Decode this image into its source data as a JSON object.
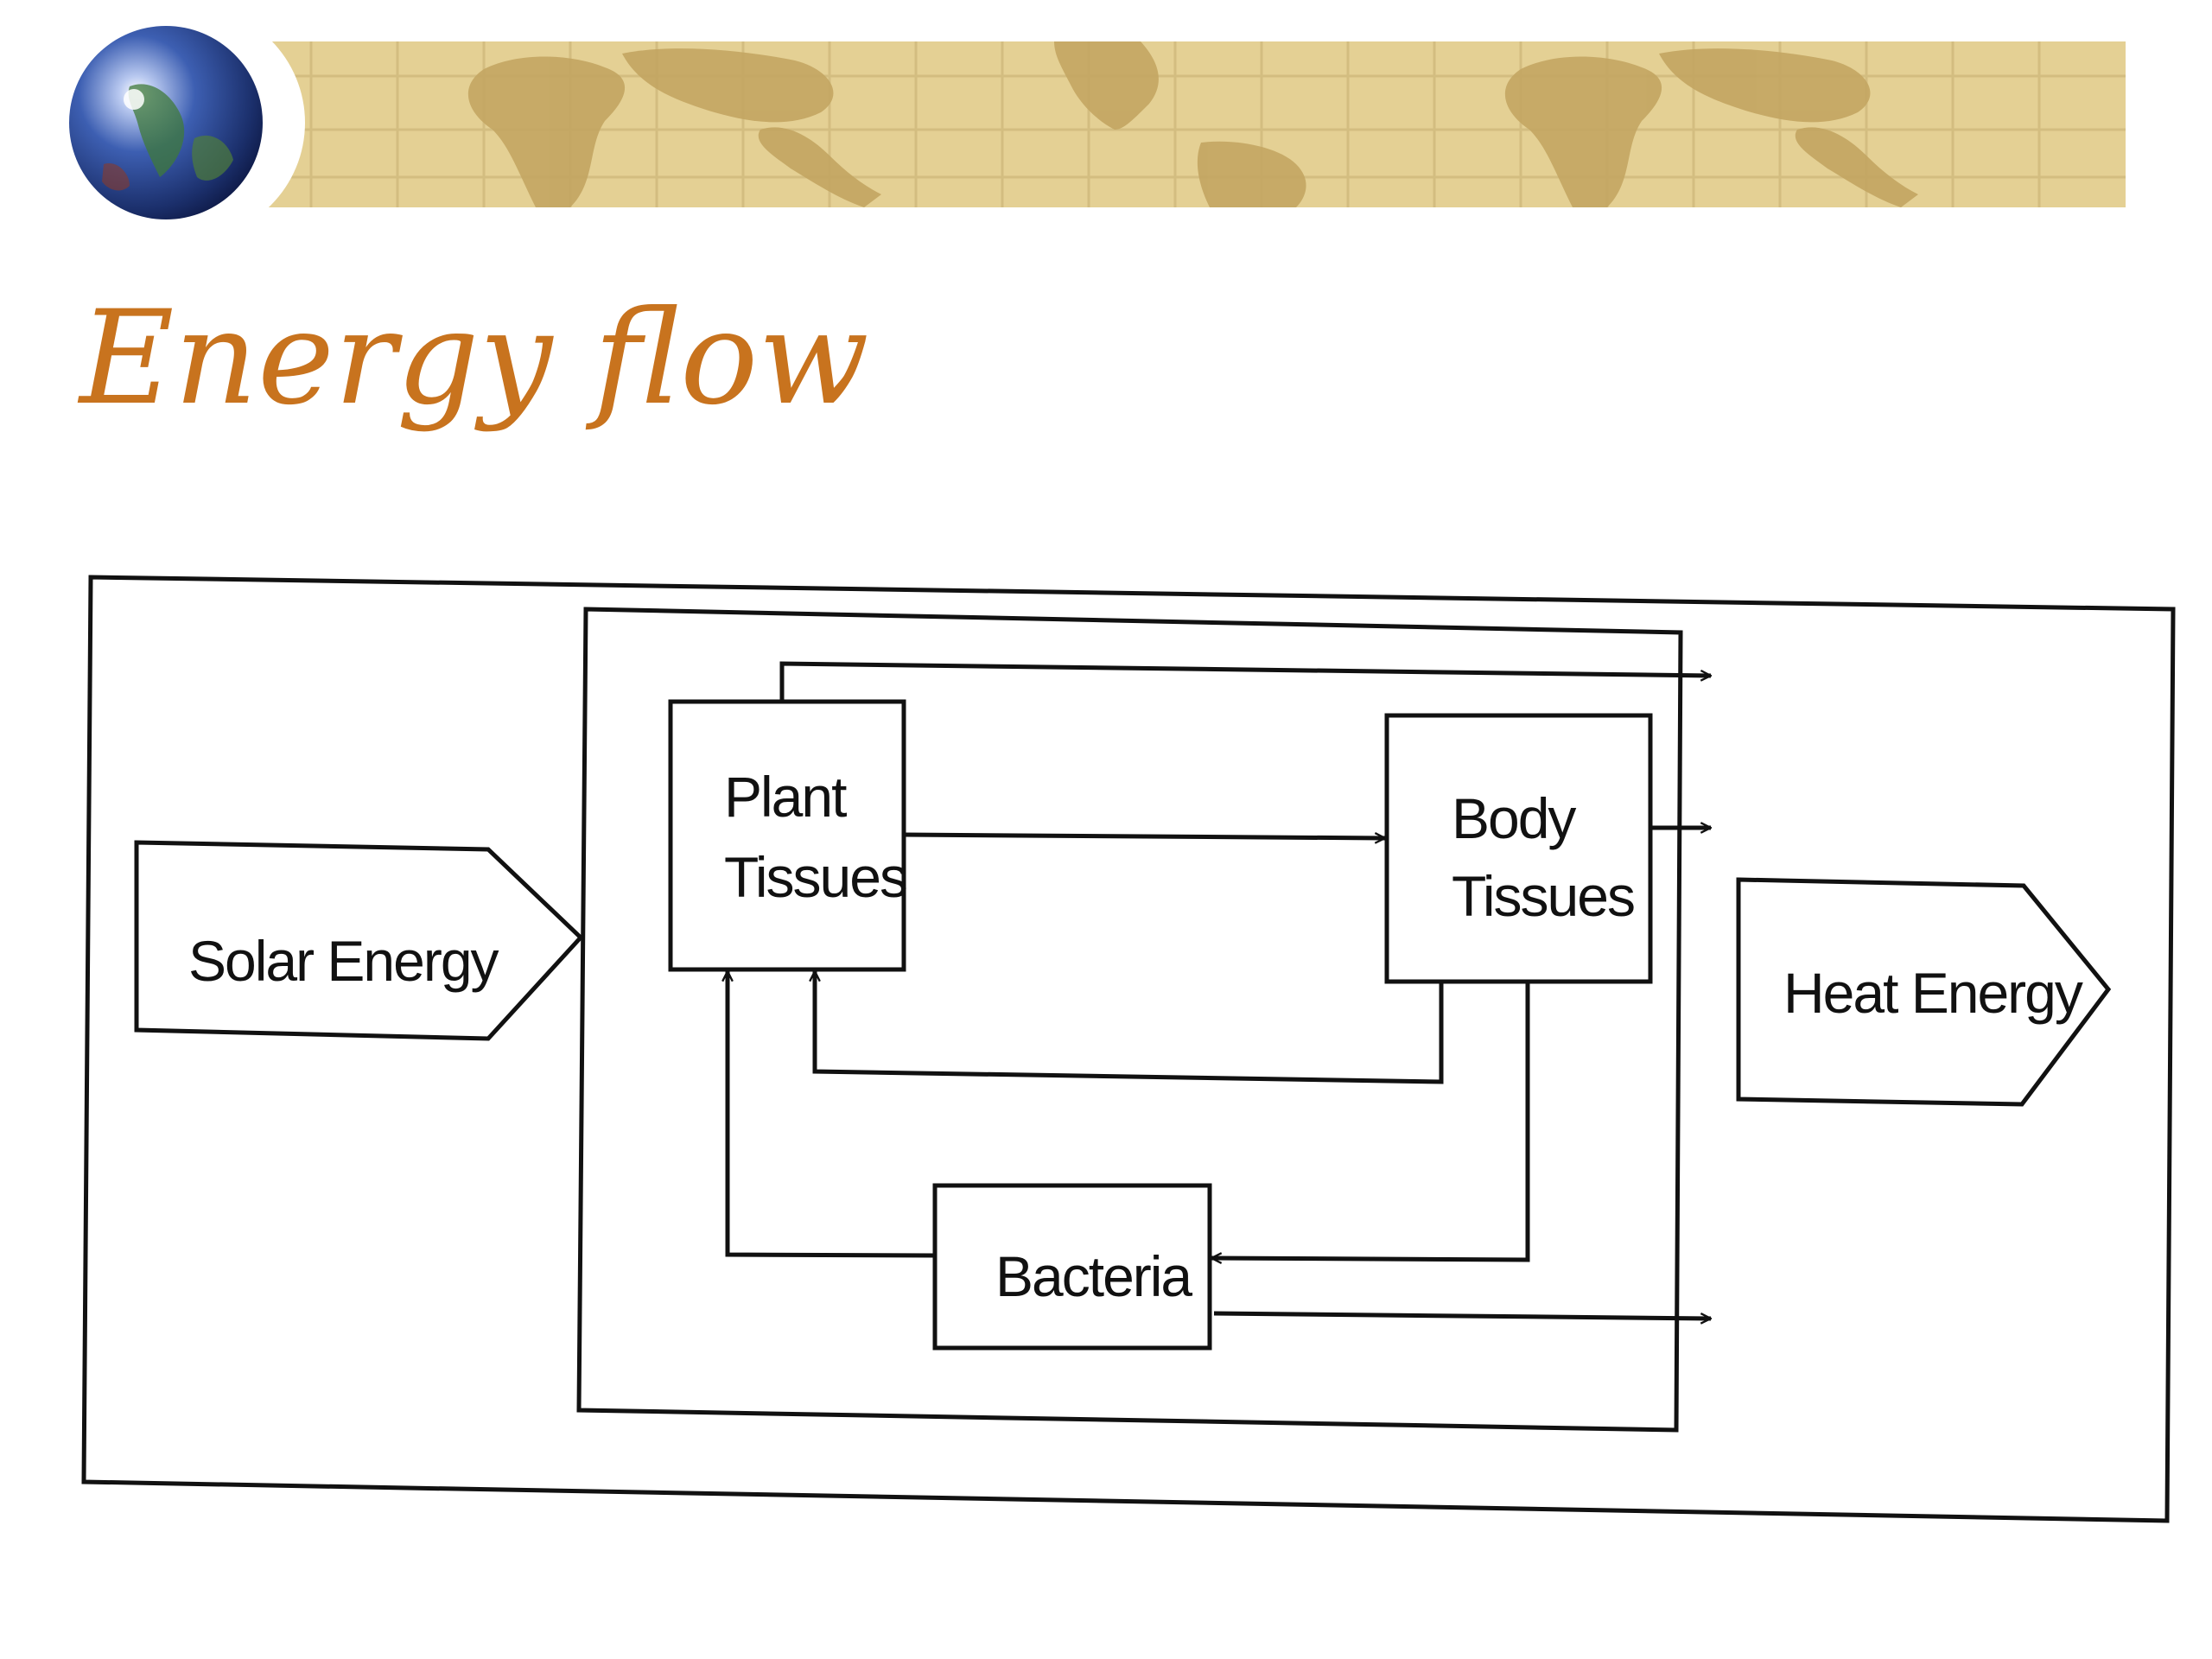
{
  "slide": {
    "title": "Energy flow"
  },
  "banner": {
    "globe_icon": "globe-icon",
    "map_strip": "world-map-strip"
  },
  "diagram": {
    "solar": "Solar Energy",
    "plant_line1": "Plant",
    "plant_line2": "Tissues",
    "body_line1": "Body",
    "body_line2": "Tissues",
    "bacteria": "Bacteria",
    "heat": "Heat Energy"
  },
  "colors": {
    "title": "#c8731e",
    "banner": "#e4d094",
    "map": "#c3a562",
    "globe": "#2c4e9a",
    "lines": "#111111"
  }
}
